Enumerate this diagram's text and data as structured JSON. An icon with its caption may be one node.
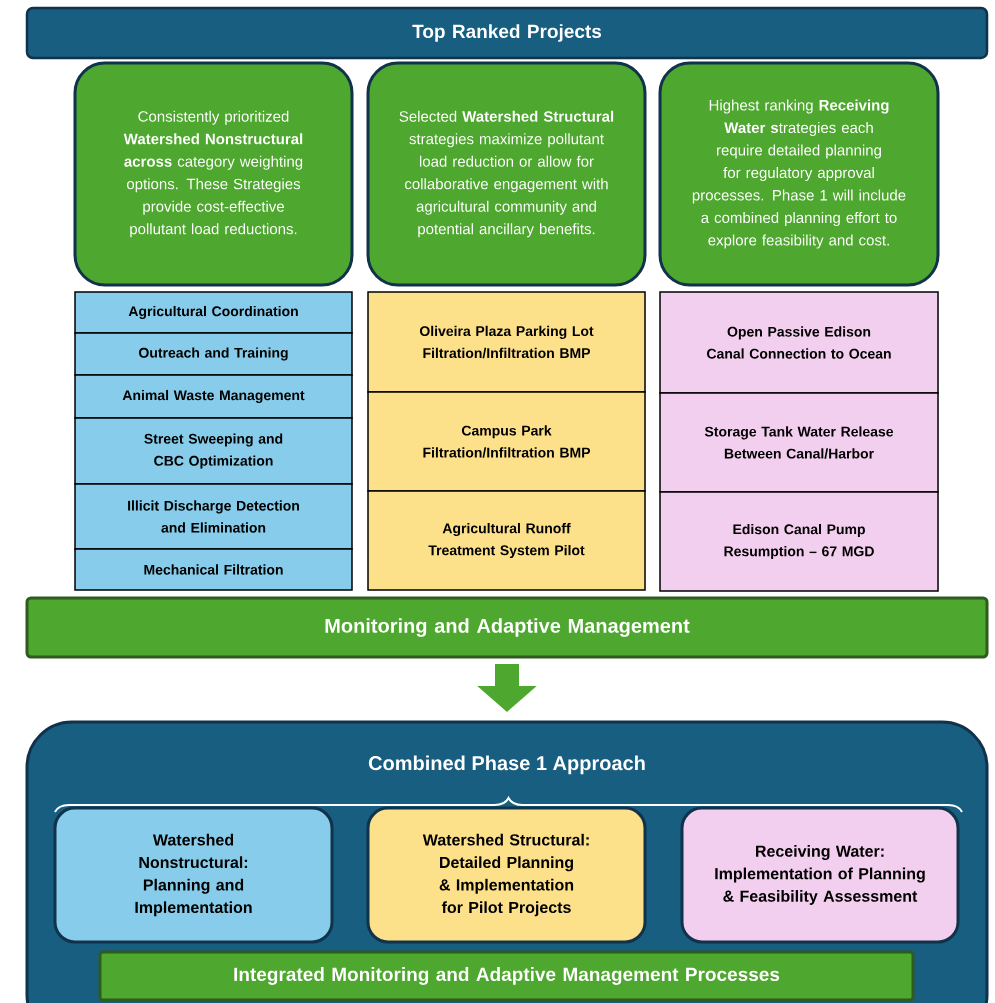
{
  "diagram": {
    "nodes": [
      {
        "text": [
          "Top Ranked Projects"
        ]
      },
      {
        "text": [
          "Consistently prioritized **Watershed Nonstructural across** category weighting options. These Strategies provide cost-effective pollutant load reductions."
        ]
      },
      {
        "text": [
          "Selected **Watershed Structural** strategies maximize pollutant load reduction or allow for collaborative engagement with agricultural community and potential ancillary benefits."
        ]
      },
      {
        "text": [
          "Highest ranking **Receiving Water s**trategies each require detailed planning for regulatory approval processes. Phase 1 will include a combined planning effort to explore feasibility and cost."
        ]
      },
      {
        "text": [
          "Agricultural Coordination"
        ]
      },
      {
        "text": [
          "Outreach and Training"
        ]
      },
      {
        "text": [
          "Animal Waste Management"
        ]
      },
      {
        "text": [
          "Street Sweeping and CBC Optimization"
        ]
      },
      {
        "text": [
          "Illicit Discharge Detection and Elimination"
        ]
      },
      {
        "text": [
          "Mechanical Filtration"
        ]
      },
      {
        "text": [
          "Oliveira Plaza Parking Lot Filtration/Infiltration BMP"
        ]
      },
      {
        "text": [
          "Campus Park Filtration/Infiltration BMP"
        ]
      },
      {
        "text": [
          "Agricultural Runoff Treatment System Pilot"
        ]
      },
      {
        "text": [
          "Open Passive Edison Canal Connection to Ocean"
        ]
      },
      {
        "text": [
          "Storage Tank Water Release Between Canal/Harbor"
        ]
      },
      {
        "text": [
          "Edison Canal Pump Resumption – 67 MGD"
        ]
      },
      {
        "text": [
          "Monitoring and Adaptive Management"
        ]
      },
      {
        "text": [
          "Combined Phase 1 Approach"
        ]
      },
      {
        "text": [
          "Watershed Nonstructural: Planning and Implementation"
        ],
        "in": 17
      },
      {
        "text": [
          "Watershed Structural: Detailed Planning & Implementation for Pilot Projects"
        ],
        "in": 17
      },
      {
        "text": [
          "Receiving Water: Implementation of Planning & Feasibility Assessment"
        ],
        "in": 17
      },
      {
        "text": [
          "Integrated Monitoring and Adaptive Management Processes"
        ],
        "in": 17
      }
    ],
    "edges": [
      {
        "from": 16,
        "to": 17,
        "arrow": "to"
      }
    ]
  }
}
